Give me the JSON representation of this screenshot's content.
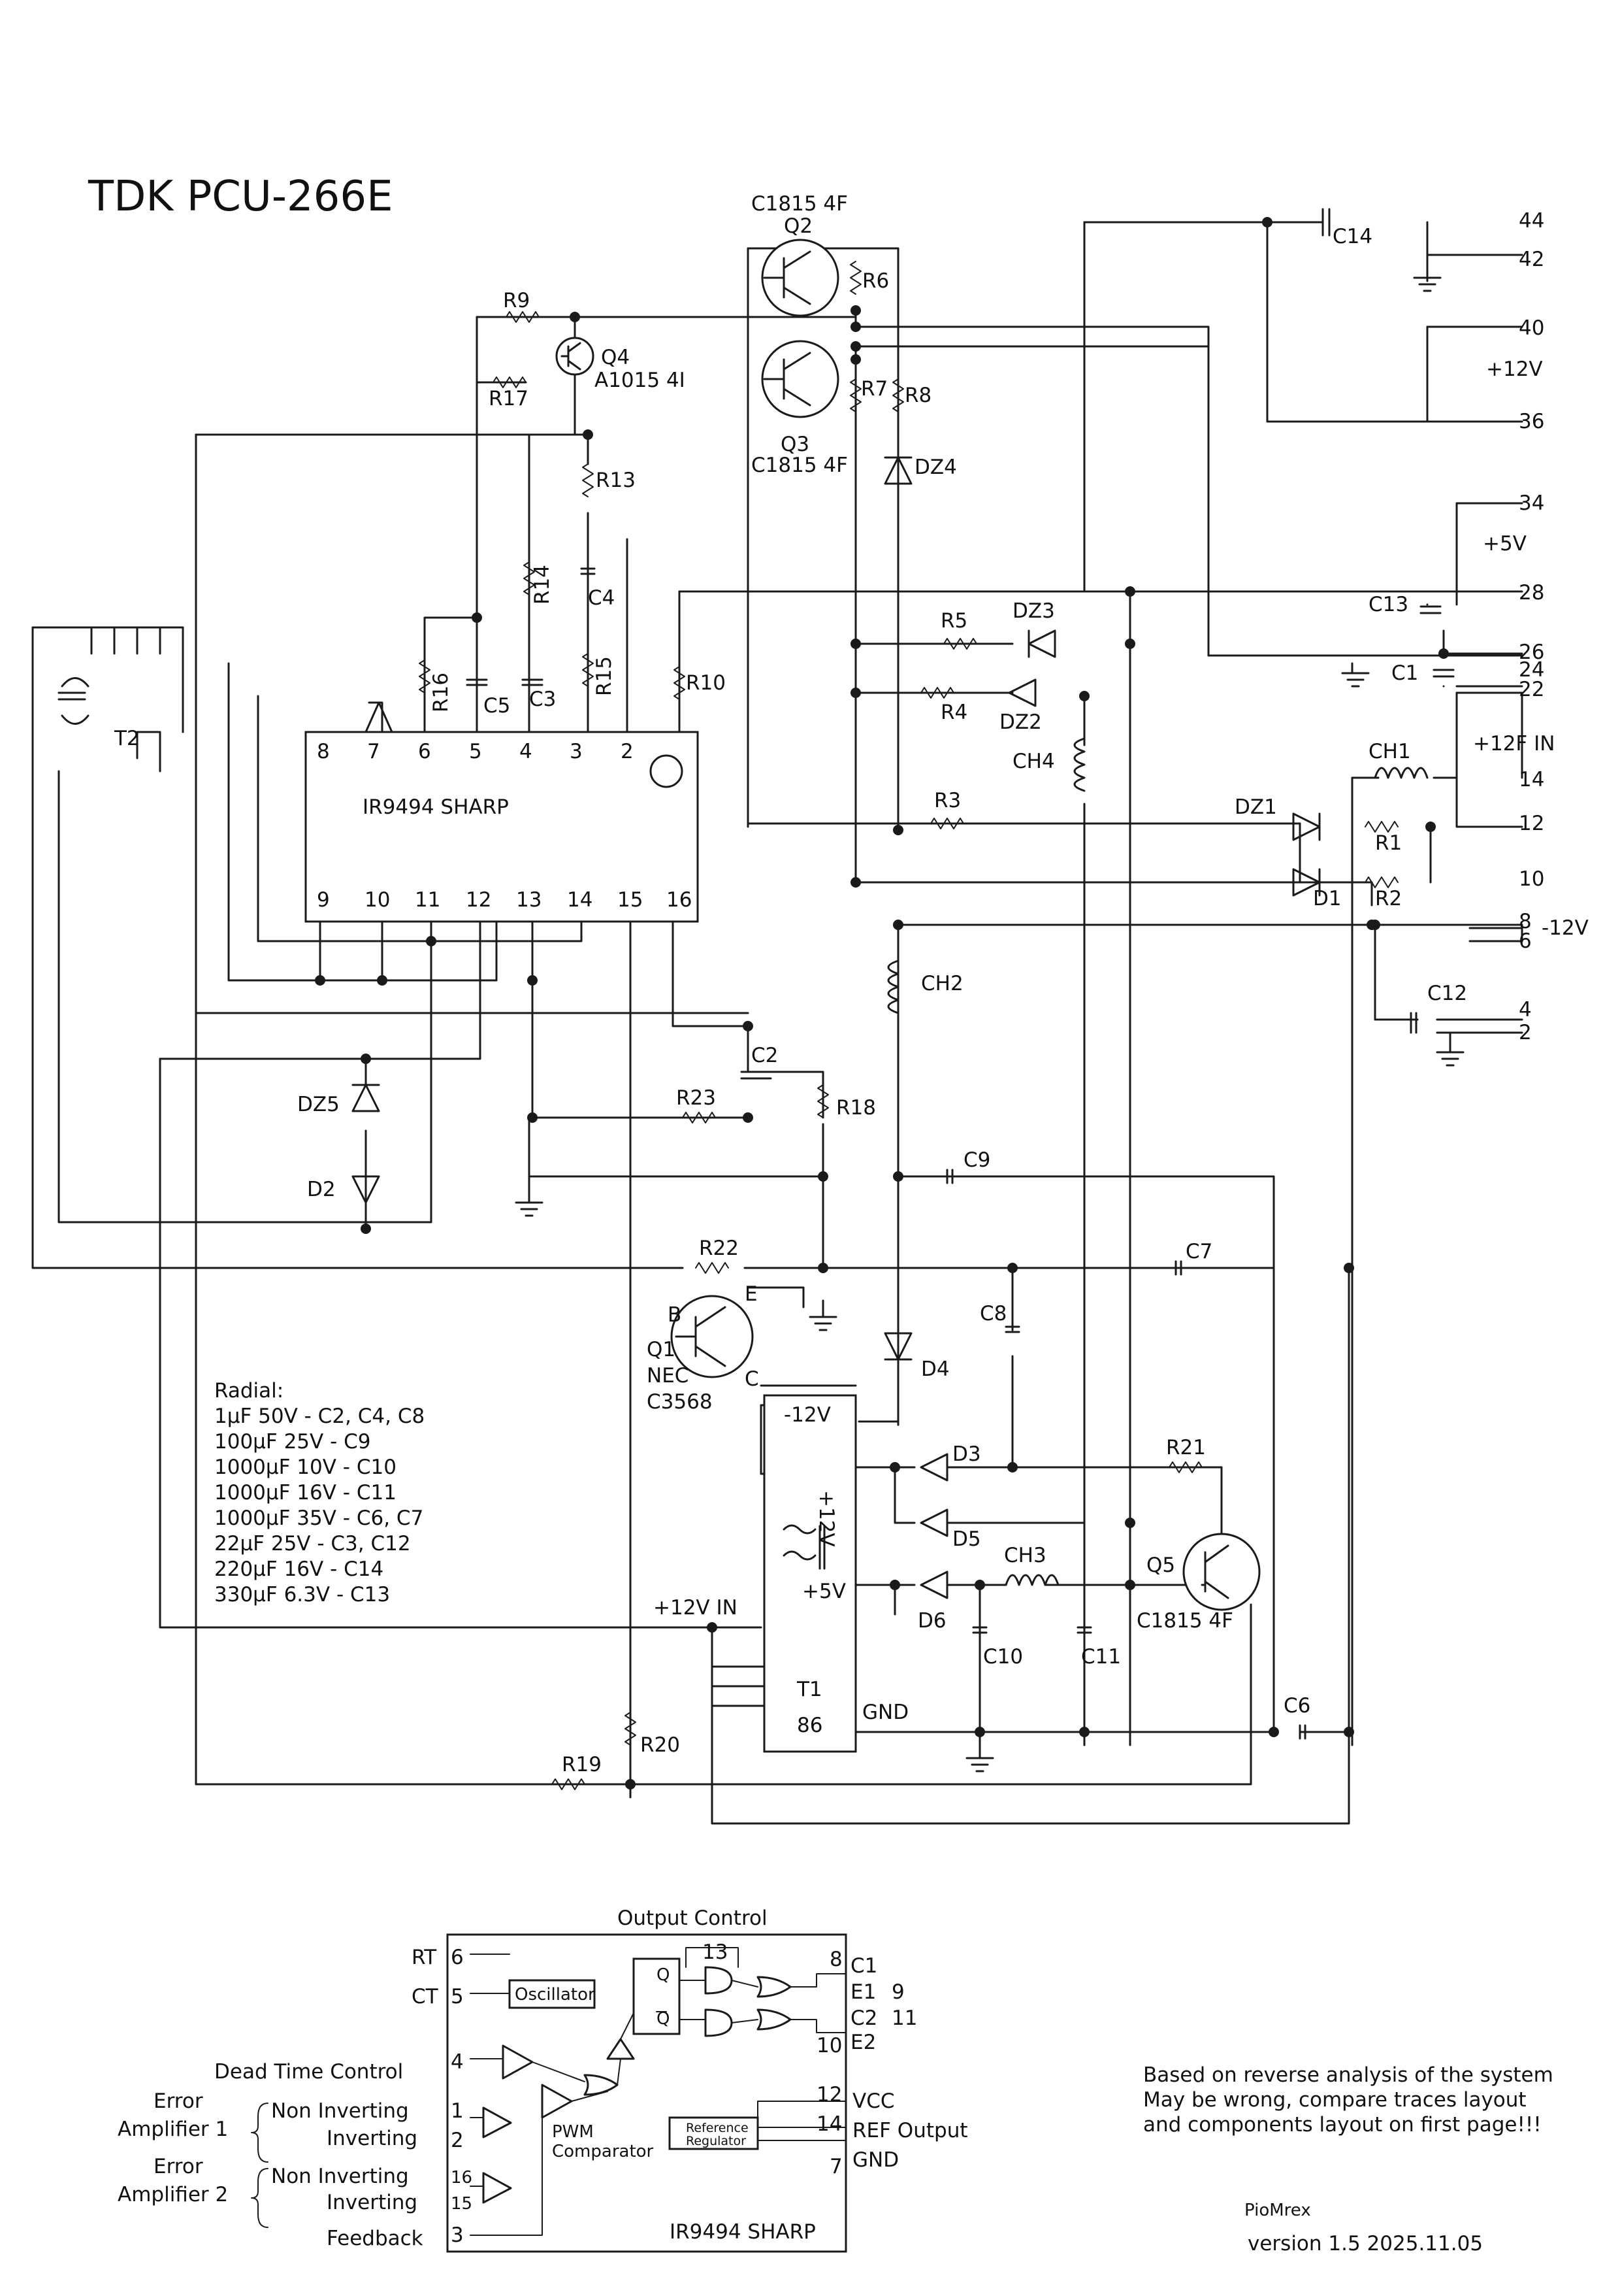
{
  "title": "TDK PCU-266E",
  "colors": {
    "black": "#111111",
    "red": "#e8141b",
    "blue": "#1f2ad6",
    "green": "#1f7a1f",
    "gray": "#8c8c8c"
  },
  "components": {
    "q2": {
      "ref": "Q2",
      "part": "C1815 4F"
    },
    "q3": {
      "ref": "Q3",
      "part": "C1815 4F"
    },
    "q4": {
      "ref": "Q4",
      "part": "A1015 4I"
    },
    "q1": {
      "ref": "Q1",
      "maker": "NEC",
      "part": "C3568",
      "b": "B",
      "e": "E",
      "c": "C"
    },
    "q5": {
      "ref": "Q5",
      "part": "C1815 4F"
    },
    "resistors": [
      "R1",
      "R2",
      "R3",
      "R4",
      "R5",
      "R6",
      "R7",
      "R8",
      "R9",
      "R10",
      "R13",
      "R14",
      "R15",
      "R16",
      "R17",
      "R18",
      "R19",
      "R20",
      "R21",
      "R22",
      "R23"
    ],
    "capacitors": [
      "C1",
      "C2",
      "C3",
      "C4",
      "C5",
      "C6",
      "C7",
      "C8",
      "C9",
      "C10",
      "C11",
      "C12",
      "C13",
      "C14"
    ],
    "diodes": [
      "D1",
      "D2",
      "D3",
      "D4",
      "D5",
      "D6",
      "DZ1",
      "DZ2",
      "DZ3",
      "DZ4",
      "DZ5"
    ],
    "inductors": [
      "CH1",
      "CH2",
      "CH3",
      "CH4"
    ],
    "t2": "T2",
    "ic": {
      "name": "IR9494 SHARP",
      "pins_top": [
        "8",
        "7",
        "6",
        "5",
        "4",
        "3",
        "2"
      ],
      "pins_bottom": [
        "9",
        "10",
        "11",
        "12",
        "13",
        "14",
        "15",
        "16"
      ]
    },
    "t1": {
      "ref": "T1",
      "m12": "-12V",
      "p12": "+12V",
      "p5": "+5V",
      "n86": "86",
      "gnd": "GND",
      "in": "+12V IN"
    }
  },
  "connector": [
    {
      "pin": "44",
      "color": "blue"
    },
    {
      "pin": "42",
      "color": "blue"
    },
    {
      "pin": "40",
      "color": "red"
    },
    {
      "pin": "+12V",
      "color": "red"
    },
    {
      "pin": "36",
      "color": "red"
    },
    {
      "pin": "34",
      "color": "red"
    },
    {
      "pin": "+5V",
      "color": "red"
    },
    {
      "pin": "28",
      "color": "red"
    },
    {
      "pin": "26",
      "color": "blue"
    },
    {
      "pin": "24",
      "color": "blue"
    },
    {
      "pin": "22",
      "color": "red"
    },
    {
      "pin": "+12F IN",
      "color": "red"
    },
    {
      "pin": "14",
      "color": "red"
    },
    {
      "pin": "12",
      "color": "green"
    },
    {
      "pin": "10",
      "color": "gray"
    },
    {
      "pin": "8",
      "color": "red"
    },
    {
      "pin": "-12V",
      "color": "red"
    },
    {
      "pin": "6",
      "color": "red"
    },
    {
      "pin": "4",
      "color": "blue"
    },
    {
      "pin": "2",
      "color": "blue"
    }
  ],
  "notes": {
    "radial_title": "Radial:",
    "radial_lines": [
      "1µF  50V - C2, C4, C8",
      "100µF  25V - C9",
      "1000µF  10V - C10",
      "1000µF  16V - C11",
      "1000µF  35V - C6, C7",
      "22µF  25V - C3, C12",
      "220µF  16V - C14",
      "330µF  6.3V - C13"
    ],
    "disclaimer": [
      "Based on reverse analysis of the system",
      "May be wrong, compare traces layout",
      "and components layout on first page!!!"
    ],
    "author": "PioMrex",
    "version": "version 1.5 2025.11.05"
  },
  "block": {
    "title": "Output Control",
    "name": "IR9494 SHARP",
    "oscillator": "Oscillator",
    "pwm": "PWM",
    "comparator": "Comparator",
    "ref1": "Reference",
    "ref2": "Regulator",
    "rt": "RT",
    "ct": "CT",
    "dead": "Dead Time Control",
    "ea1a": "Error",
    "ea1b": "Amplifier 1",
    "ea2a": "Error",
    "ea2b": "Amplifier 2",
    "noninv": "Non Inverting",
    "inv": "Inverting",
    "feedback": "Feedback",
    "c1": "C1",
    "e1": "E1",
    "c2": "C2",
    "e2": "E2",
    "vcc": "VCC",
    "refout": "REF Output",
    "gnd": "GND",
    "p9": "9",
    "p11": "11",
    "q": "Q",
    "qb": "Q",
    "pins": {
      "p6": "6",
      "p5": "5",
      "p4": "4",
      "p1": "1",
      "p2": "2",
      "p16": "16",
      "p15": "15",
      "p3": "3",
      "p13": "13",
      "p8": "8",
      "p10": "10",
      "p12": "12",
      "p14": "14",
      "p7": "7"
    }
  }
}
